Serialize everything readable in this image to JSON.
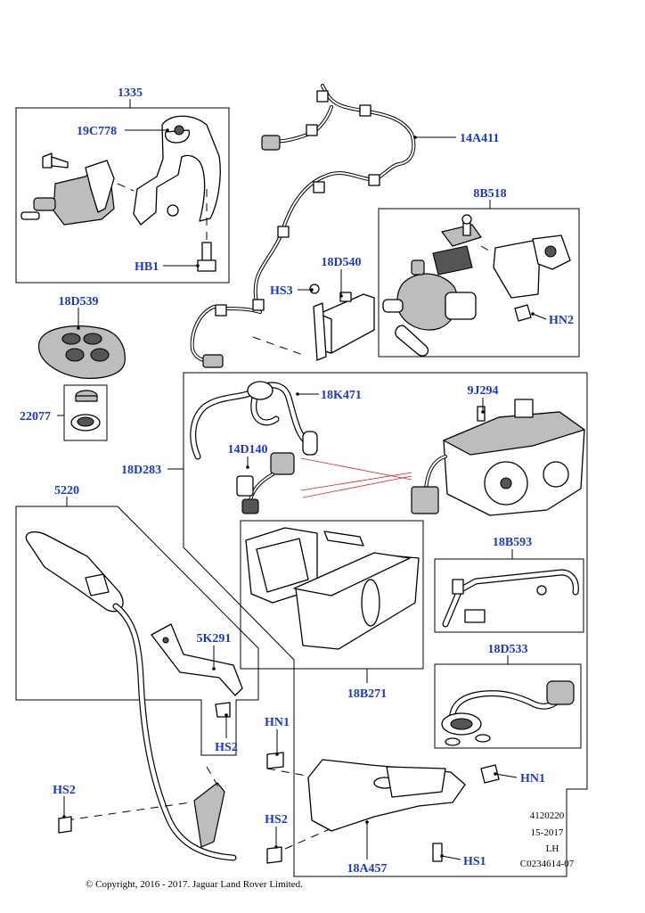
{
  "labels": {
    "p1335": "1335",
    "p19C778": "19C778",
    "pHB1": "HB1",
    "p14A411": "14A411",
    "p8B518": "8B518",
    "p18D540": "18D540",
    "pHS3": "HS3",
    "pHN2_top": "HN2",
    "p18D539": "18D539",
    "p22077": "22077",
    "p18K471": "18K471",
    "p9J294": "9J294",
    "p14D140": "14D140",
    "p18D283": "18D283",
    "p5220": "5220",
    "p18B593": "18B593",
    "p5K291": "5K291",
    "p18D533": "18D533",
    "p18B271": "18B271",
    "pHN1_left": "HN1",
    "pHS2_mid": "HS2",
    "pHN1_right": "HN1",
    "pHS2_left": "HS2",
    "pHS2_bottom": "HS2",
    "p18A457": "18A457",
    "pHS1": "HS1"
  },
  "meta": {
    "code": "4120220",
    "date": "15-2017",
    "side": "LH",
    "ref": "C0234614-07"
  },
  "copyright": "© Copyright, 2016 - 2017. Jaguar Land Rover Limited."
}
